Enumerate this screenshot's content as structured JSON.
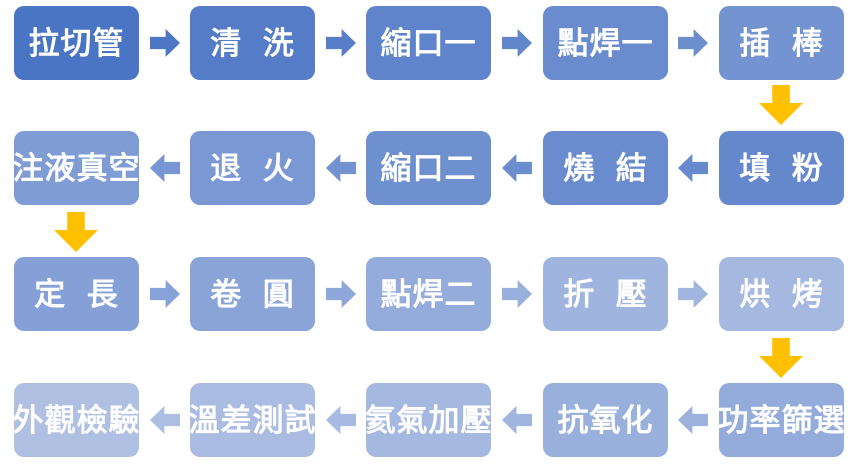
{
  "flow": {
    "title_hint": "manufacturing process flowchart",
    "accent_down_arrow_color": "#FFC000",
    "text_color": "#FFFFFF",
    "rows": [
      {
        "flow_direction": "right",
        "boxes": [
          {
            "label": "拉切管",
            "color": "#4A74C4"
          },
          {
            "label": "清 洗",
            "color": "#557CC7"
          },
          {
            "label": "縮口一",
            "color": "#5F84CB"
          },
          {
            "label": "點焊一",
            "color": "#6A8CCE"
          },
          {
            "label": "插 棒",
            "color": "#7494D1"
          }
        ],
        "arrows": [
          {
            "color": "#4D76C5"
          },
          {
            "color": "#587EC8"
          },
          {
            "color": "#6286CA"
          },
          {
            "color": "#6D8ECD"
          }
        ]
      },
      {
        "flow_direction": "left",
        "boxes": [
          {
            "label": "注液真空",
            "color": "#7F9CD4"
          },
          {
            "label": "退 火",
            "color": "#7A98D3"
          },
          {
            "label": "縮口二",
            "color": "#6F90CF"
          },
          {
            "label": "燒 結",
            "color": "#6A8CCE"
          },
          {
            "label": "填 粉",
            "color": "#6588CC"
          }
        ],
        "arrows": [
          {
            "color": "#7796D2"
          },
          {
            "color": "#7292D0"
          },
          {
            "color": "#6C8ECF"
          },
          {
            "color": "#678ACD"
          }
        ]
      },
      {
        "flow_direction": "right",
        "boxes": [
          {
            "label": "定 長",
            "color": "#84A0D6"
          },
          {
            "label": "卷 圓",
            "color": "#8AA4D8"
          },
          {
            "label": "點焊二",
            "color": "#94ACDB"
          },
          {
            "label": "折 壓",
            "color": "#9FB4DE"
          },
          {
            "label": "烘 烤",
            "color": "#A4B8E0"
          }
        ],
        "arrows": [
          {
            "color": "#87A2D7"
          },
          {
            "color": "#8FA8DA"
          },
          {
            "color": "#9AB0DC"
          },
          {
            "color": "#A1B6DF"
          }
        ]
      },
      {
        "flow_direction": "left",
        "boxes": [
          {
            "label": "外觀檢驗",
            "color": "#AFC0E3"
          },
          {
            "label": "溫差測試",
            "color": "#AABCE1"
          },
          {
            "label": "氦氣加壓",
            "color": "#A4B8E0"
          },
          {
            "label": "抗氧化",
            "color": "#9AB0DC"
          },
          {
            "label": "功率篩選",
            "color": "#94ACDB"
          }
        ],
        "arrows": [
          {
            "color": "#ACBEE2"
          },
          {
            "color": "#A7BAE0"
          },
          {
            "color": "#A1B6DF"
          },
          {
            "color": "#9CB2DD"
          }
        ]
      }
    ]
  }
}
